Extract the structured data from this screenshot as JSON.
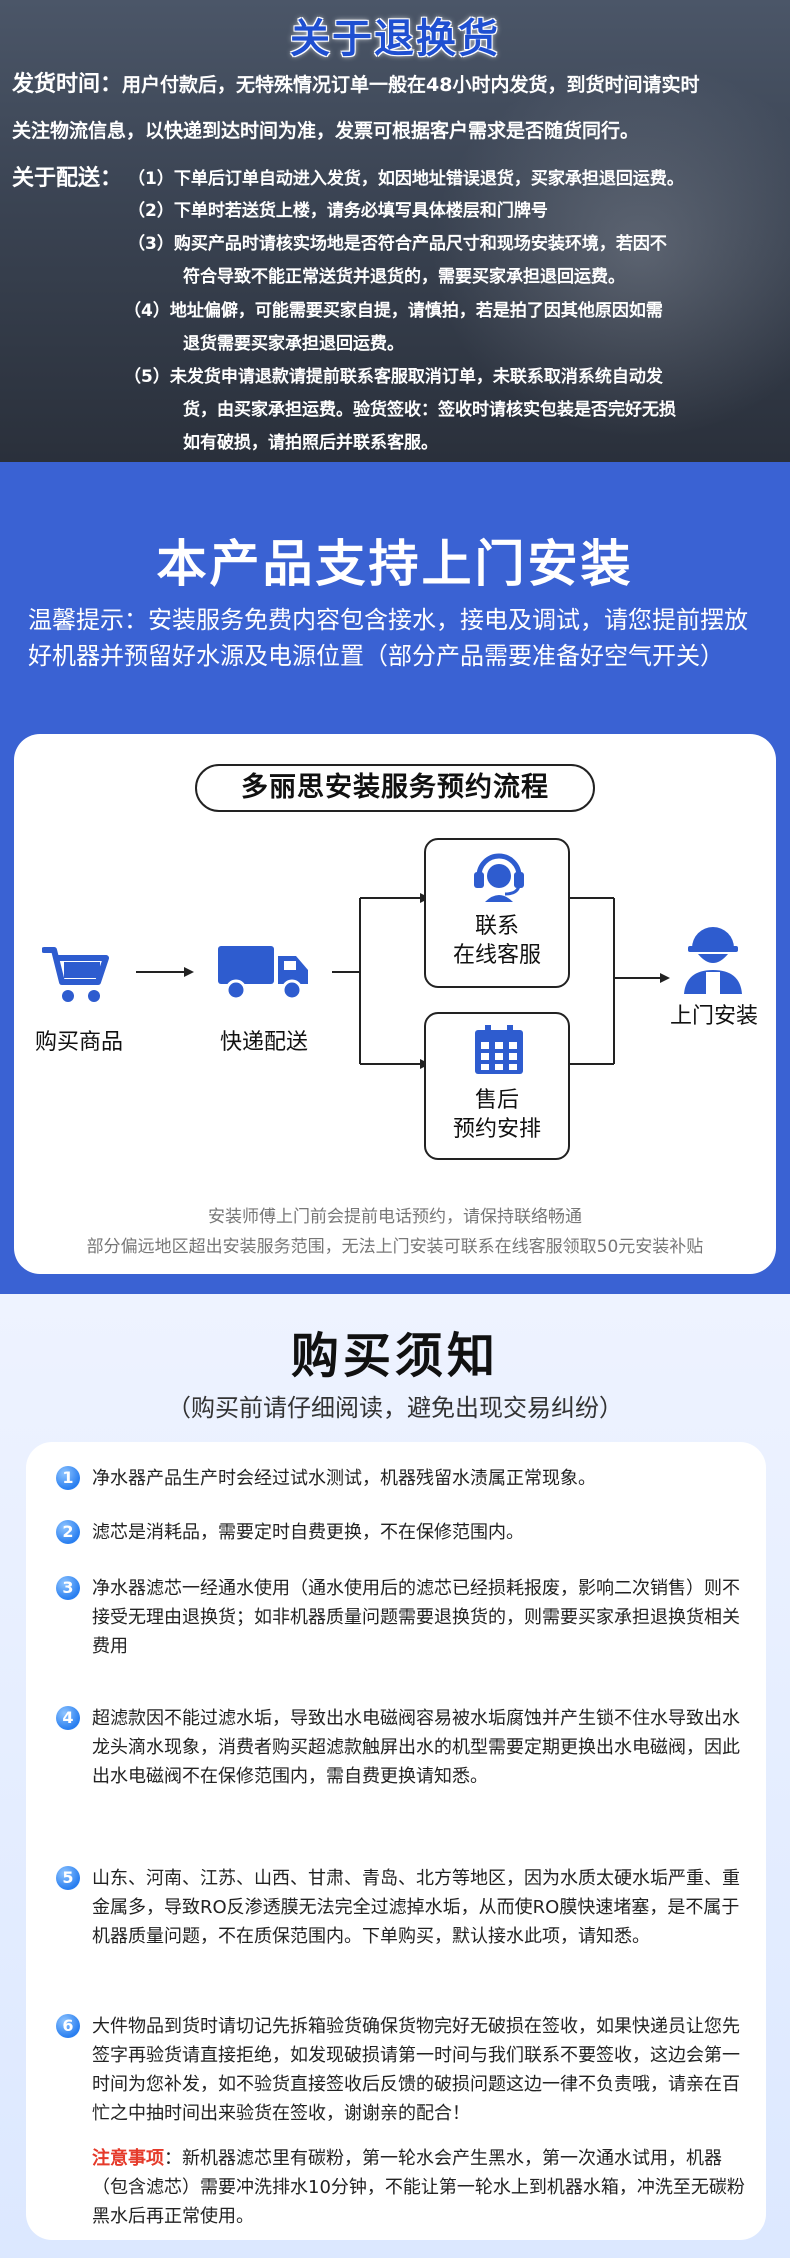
{
  "returns": {
    "title": "关于退换货",
    "shipping_label": "发货时间：",
    "shipping_line1": "用户付款后，无特殊情况订单一般在48小时内发货，到货时间请实时",
    "shipping_line2": "关注物流信息，以快递到达时间为准，发票可根据客户需求是否随货同行。",
    "delivery_label": "关于配送：",
    "delivery_items": [
      "（1）下单后订单自动进入发货，如因地址错误退货，买家承担退回运费。",
      "（2）下单时若送货上楼，请务必填写具体楼层和门牌号",
      "（3）购买产品时请核实场地是否符合产品尺寸和现场安装环境，若因不",
      "符合导致不能正常送货并退货的，需要买家承担退回运费。",
      "（4）地址偏僻，可能需要买家自提，请慎拍，若是拍了因其他原因如需",
      "退货需要买家承担退回运费。",
      "（5）未发货申请退款请提前联系客服取消订单，未联系取消系统自动发",
      "货，由买家承担运费。验货签收：签收时请核实包装是否完好无损",
      "如有破损，请拍照后并联系客服。"
    ]
  },
  "install": {
    "title": "本产品支持上门安装",
    "tip": "温馨提示：安装服务免费内容包含接水，接电及调试，请您提前摆放好机器并预留好水源及电源位置（部分产品需要准备好空气开关）",
    "flow_title": "多丽思安装服务预约流程",
    "steps": {
      "buy": "购买商品",
      "ship": "快递配送",
      "contact_line1": "联系",
      "contact_line2": "在线客服",
      "aftersale_line1": "售后",
      "aftersale_line2": "预约安排",
      "visit": "上门安装"
    },
    "note1": "安装师傅上门前会提前电话预约，请保持联络畅通",
    "note2": "部分偏远地区超出安装服务范围，无法上门安装可联系在线客服领取50元安装补贴",
    "colors": {
      "accent": "#3a62d3",
      "icon": "#2e5ccf"
    }
  },
  "notice": {
    "title": "购买须知",
    "subtitle": "（购买前请仔细阅读，避免出现交易纠纷）",
    "items": [
      {
        "num": "1",
        "text": "净水器产品生产时会经过试水测试，机器残留水渍属正常现象。"
      },
      {
        "num": "2",
        "text": "滤芯是消耗品，需要定时自费更换，不在保修范围内。"
      },
      {
        "num": "3",
        "text": "净水器滤芯一经通水使用（通水使用后的滤芯已经损耗报废，影响二次销售）则不接受无理由退换货；如非机器质量问题需要退换货的，则需要买家承担退换货相关费用"
      },
      {
        "num": "4",
        "text": "超滤款因不能过滤水垢，导致出水电磁阀容易被水垢腐蚀并产生锁不住水导致出水龙头滴水现象，消费者购买超滤款触屏出水的机型需要定期更换出水电磁阀，因此出水电磁阀不在保修范围内，需自费更换请知悉。"
      },
      {
        "num": "5",
        "text": "山东、河南、江苏、山西、甘肃、青岛、北方等地区，因为水质太硬水垢严重、重金属多，导致RO反渗透膜无法完全过滤掉水垢，从而使RO膜快速堵塞，是不属于机器质量问题，不在质保范围内。下单购买，默认接水此项，请知悉。"
      },
      {
        "num": "6",
        "text": "大件物品到货时请切记先拆箱验货确保货物完好无破损在签收，如果快递员让您先签字再验货请直接拒绝，如发现破损请第一时间与我们联系不要签收，这边会第一时间为您补发，如不验货直接签收后反馈的破损问题这边一律不负责哦，请亲在百忙之中抽时间出来验货在签收，谢谢亲的配合！"
      }
    ],
    "warn_label": "注意事项",
    "warn_text": "：新机器滤芯里有碳粉，第一轮水会产生黑水，第一次通水试用，机器（包含滤芯）需要冲洗排水10分钟，不能让第一轮水上到机器水箱，冲洗至无碳粉黑水后再正常使用。",
    "colors": {
      "badge": "#2a7ff0",
      "warn": "#e53a2a"
    }
  }
}
